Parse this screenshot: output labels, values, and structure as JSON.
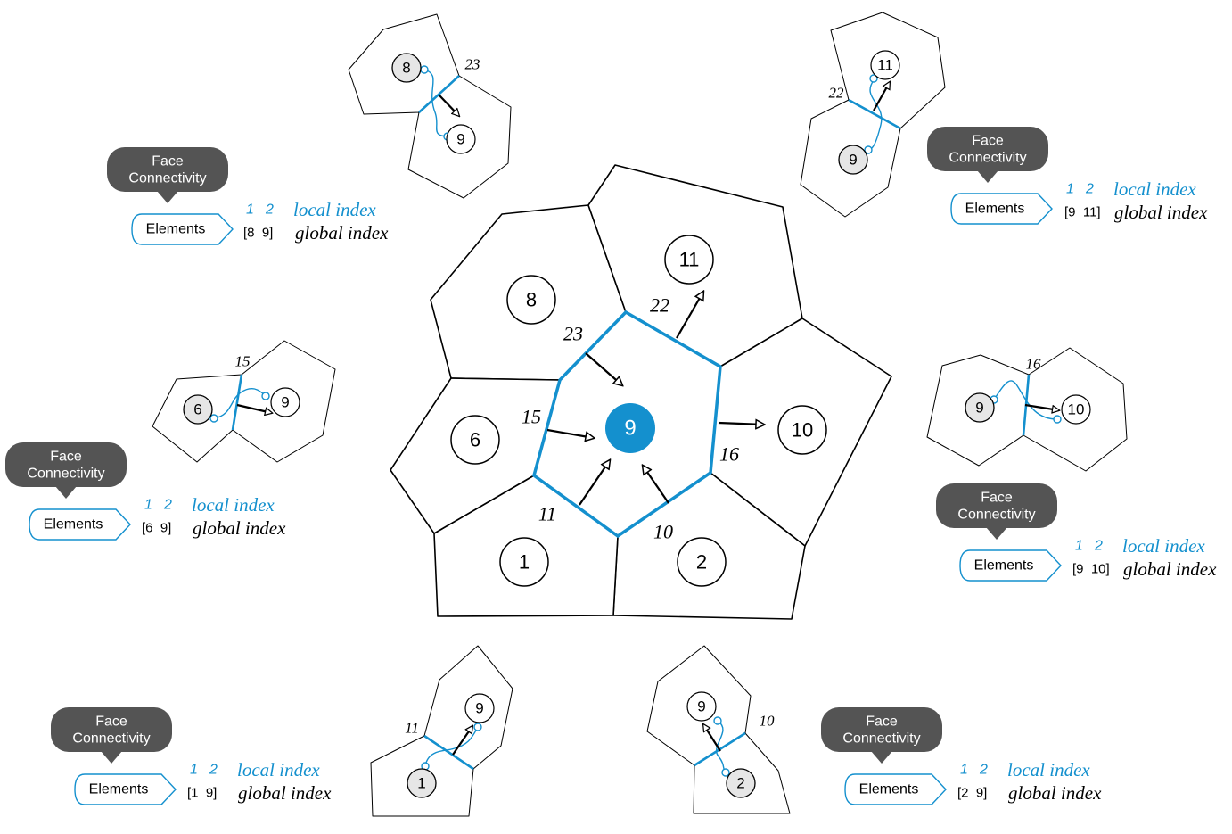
{
  "center": {
    "elements": [
      "1",
      "2",
      "6",
      "8",
      "9",
      "10",
      "11"
    ],
    "faces": [
      "11",
      "10",
      "15",
      "16",
      "23",
      "22"
    ],
    "center_element": "9"
  },
  "callouts": [
    {
      "id": "top-left",
      "bubble_line1": "Face",
      "bubble_line2": "Connectivity",
      "tag": "Elements",
      "local_1": "1",
      "local_2": "2",
      "local_text": "local index",
      "global_nums": "[8  9]",
      "global_text": "global index",
      "face": "23",
      "el_a": "8",
      "el_b": "9"
    },
    {
      "id": "top-right",
      "bubble_line1": "Face",
      "bubble_line2": "Connectivity",
      "tag": "Elements",
      "local_1": "1",
      "local_2": "2",
      "local_text": "local index",
      "global_nums": "[9  11]",
      "global_text": "global index",
      "face": "22",
      "el_a": "9",
      "el_b": "11"
    },
    {
      "id": "mid-left",
      "bubble_line1": "Face",
      "bubble_line2": "Connectivity",
      "tag": "Elements",
      "local_1": "1",
      "local_2": "2",
      "local_text": "local index",
      "global_nums": "[6  9]",
      "global_text": "global index",
      "face": "15",
      "el_a": "6",
      "el_b": "9"
    },
    {
      "id": "mid-right",
      "bubble_line1": "Face",
      "bubble_line2": "Connectivity",
      "tag": "Elements",
      "local_1": "1",
      "local_2": "2",
      "local_text": "local index",
      "global_nums": "[9  10]",
      "global_text": "global index",
      "face": "16",
      "el_a": "9",
      "el_b": "10"
    },
    {
      "id": "bottom-left",
      "bubble_line1": "Face",
      "bubble_line2": "Connectivity",
      "tag": "Elements",
      "local_1": "1",
      "local_2": "2",
      "local_text": "local index",
      "global_nums": "[1  9]",
      "global_text": "global index",
      "face": "11",
      "el_a": "1",
      "el_b": "9"
    },
    {
      "id": "bottom-right",
      "bubble_line1": "Face",
      "bubble_line2": "Connectivity",
      "tag": "Elements",
      "local_1": "1",
      "local_2": "2",
      "local_text": "local index",
      "global_nums": "[2  9]",
      "global_text": "global index",
      "face": "10",
      "el_a": "2",
      "el_b": "9"
    }
  ],
  "colors": {
    "accent": "#1490ce",
    "bubble": "#545454",
    "line": "#000000"
  }
}
